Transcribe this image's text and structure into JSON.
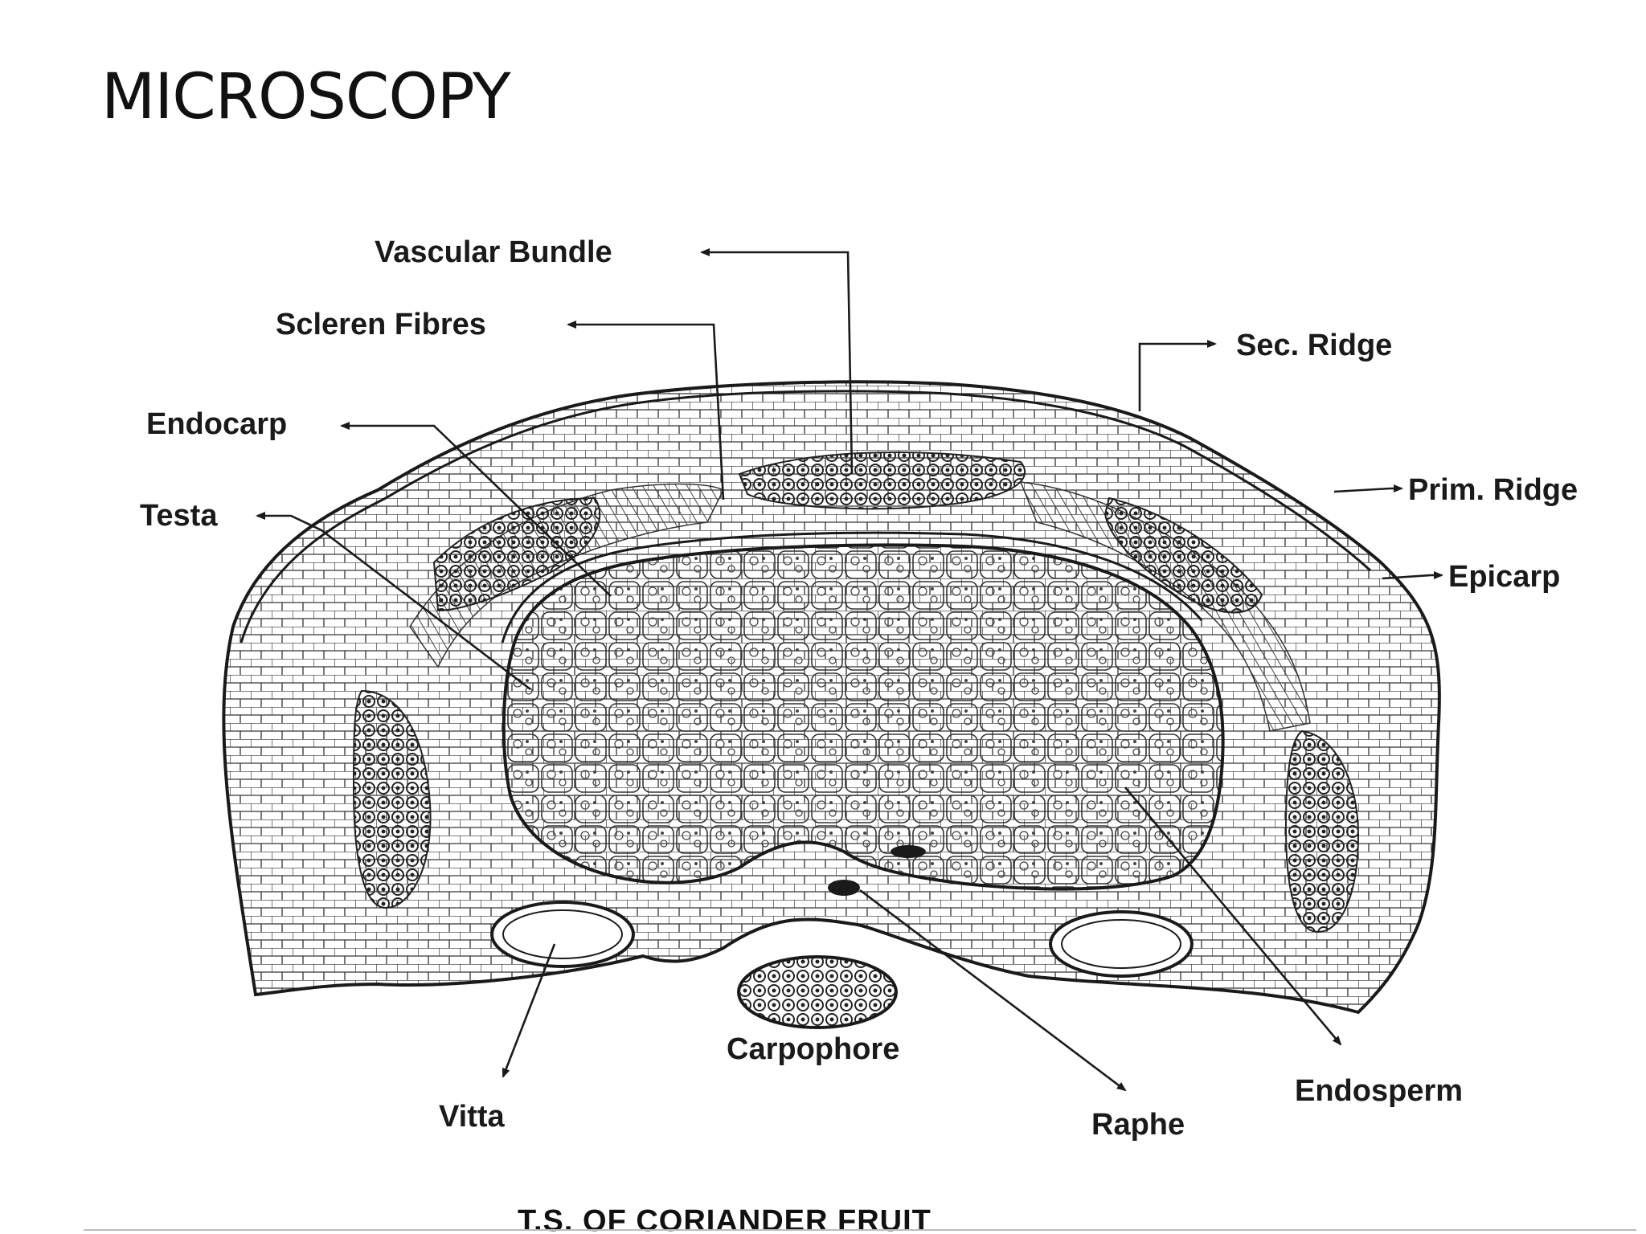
{
  "slide": {
    "title": "MICROSCOPY"
  },
  "diagram": {
    "caption": "T.S. OF CORIANDER FRUIT",
    "labels": {
      "vascular_bundle": "Vascular Bundle",
      "scleren_fibres": "Scleren Fibres",
      "endocarp": "Endocarp",
      "testa": "Testa",
      "sec_ridge": "Sec. Ridge",
      "prim_ridge": "Prim. Ridge",
      "epicarp": "Epicarp",
      "carpophore": "Carpophore",
      "vitta": "Vitta",
      "raphe": "Raphe",
      "endosperm": "Endosperm"
    }
  },
  "colors": {
    "ink": "#1a1a1a",
    "background": "#ffffff"
  }
}
